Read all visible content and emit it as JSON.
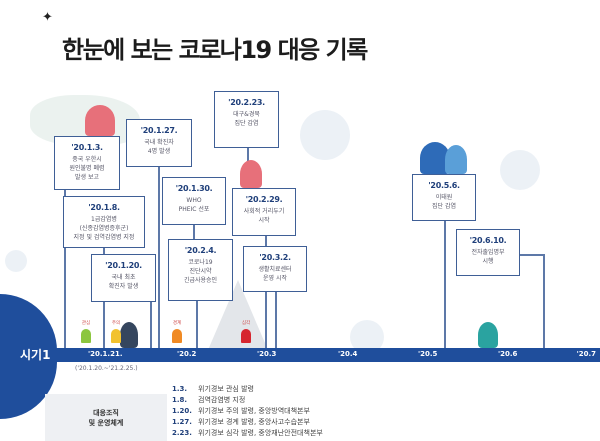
{
  "header": {
    "star_icon": "four-point-star",
    "title": "한눈에 보는 코로나19 대응 기록"
  },
  "events": [
    {
      "date": "'20.1.3.",
      "text": "중국 우한시\n원인불명 폐렴\n발생 보고"
    },
    {
      "date": "'20.1.8.",
      "text": "1급감염병\n(신종감염병증후군)\n지정 및 검역감염병 지정"
    },
    {
      "date": "'20.1.20.",
      "text": "국내 최초\n확진자 발생"
    },
    {
      "date": "'20.1.27.",
      "text": "국내 확진자\n4명 발생"
    },
    {
      "date": "'20.1.30.",
      "text": "WHO\nPHEIC 선포"
    },
    {
      "date": "'20.2.4.",
      "text": "코로나19\n진단시약\n긴급사용승인"
    },
    {
      "date": "'20.2.23.",
      "text": "대구&경북\n집단 감염"
    },
    {
      "date": "'20.2.29.",
      "text": "사회적 거리두기\n시작"
    },
    {
      "date": "'20.3.2.",
      "text": "생활치료센터\n운영 시작"
    },
    {
      "date": "'20.5.6.",
      "text": "이태원\n집단 감염"
    },
    {
      "date": "'20.6.10.",
      "text": "전자출입명부\n시행"
    }
  ],
  "alert_levels": [
    {
      "label": "관심",
      "color": "#8cc63f"
    },
    {
      "label": "주의",
      "color": "#f2c230"
    },
    {
      "label": "경계",
      "color": "#f08a24"
    },
    {
      "label": "심각",
      "color": "#d6262f"
    }
  ],
  "timeline": {
    "era": "시기1",
    "range": "('20.1.20.~'21.2.25.)",
    "ticks": [
      "'20.1.21.",
      "'20.2",
      "'20.3",
      "'20.4",
      "'20.5",
      "'20.6",
      "'20.7"
    ],
    "color": "#1f4e9c"
  },
  "org": {
    "label": "대응조직\n및 운영체계",
    "items": [
      {
        "date": "1.3.",
        "text": "위기경보 관심 발령"
      },
      {
        "date": "1.8.",
        "text": "검역감염병 지정"
      },
      {
        "date": "1.20.",
        "text": "위기경보 주의 발령, 중앙방역대책본부"
      },
      {
        "date": "1.27.",
        "text": "위기경보 경계 발령, 중앙사고수습본부"
      },
      {
        "date": "2.23.",
        "text": "위기경보 심각 발령, 중앙재난안전대책본부"
      }
    ]
  }
}
